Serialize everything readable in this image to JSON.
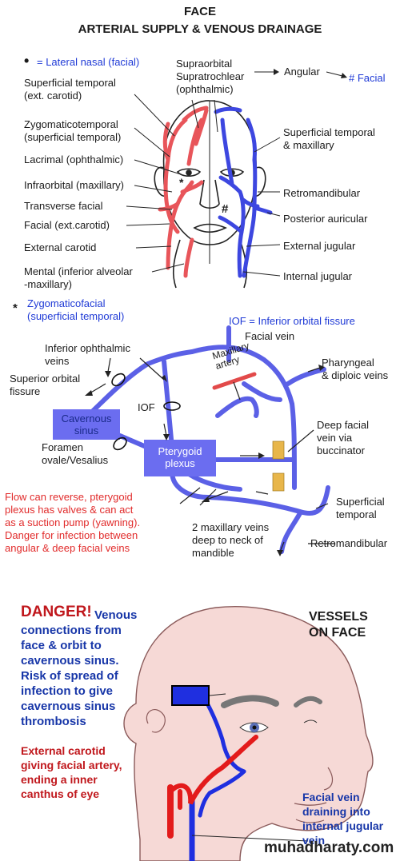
{
  "title": {
    "line1": "FACE",
    "line2": "ARTERIAL SUPPLY & VENOUS DRAINAGE"
  },
  "section1": {
    "bullet": "•",
    "lateral_nasal": "= Lateral nasal (facial)",
    "left_labels": [
      "Superficial temporal\n(ext. carotid)",
      "Zygomaticotemporal\n(superficial temporal)",
      "Lacrimal (ophthalmic)",
      "Infraorbital (maxillary)",
      "Transverse facial",
      "Facial (ext.carotid)",
      "External carotid",
      "Mental (inferior alveolar\n -maxillary)"
    ],
    "top_label": "Supraorbital\nSupratrochlear\n(ophthalmic)",
    "angular": "Angular",
    "facial_hash": "# Facial",
    "right_labels": [
      "Superficial temporal\n& maxillary",
      "Retromandibular",
      "Posterior auricular",
      "External jugular",
      "Internal jugular"
    ],
    "star_marker": "*",
    "hash_marker": "#",
    "zygomaticofacial": "Zygomaticofacial\n(superficial temporal)"
  },
  "section2": {
    "iof_note": "IOF = Inferior orbital fissure",
    "inferior_ophthalmic": "Inferior ophthalmic\nveins",
    "superior_orbital": "Superior orbital\nfissure",
    "cavernous": "Cavernous\nsinus",
    "foramen": "Foramen\novale/Vesalius",
    "iof": "IOF",
    "pterygoid": "Pterygoid\nplexus",
    "facial_vein": "Facial vein",
    "maxillary_artery": "Maxillary\nartery",
    "pharyngeal": "Pharyngeal\n& diploic veins",
    "deep_facial": "Deep facial\nvein via\nbuccinator",
    "superficial_temporal": "Superficial\ntemporal",
    "retromandibular": "Retromandibular",
    "maxillary_veins": "2 maxillary veins\ndeep to neck of\nmandible",
    "warning": "Flow can reverse, pterygoid\nplexus has valves & can act\nas a suction pump (yawning).\nDanger for infection between\nangular & deep facial veins"
  },
  "section3": {
    "danger": "DANGER!",
    "danger_text": "Venous\nconnections from\nface & orbit to\ncavernous sinus.\nRisk of spread of\ninfection to give\ncavernous sinus\nthrombosis",
    "vessels_title": "VESSELS\nON FACE",
    "external_carotid": "External carotid\ngiving facial artery,\nending a inner\ncanthus of eye",
    "facial_vein": "Facial vein\ndraining into\ninternal jugular\nvein"
  },
  "watermark": "muhadharaty.com",
  "colors": {
    "artery": "#e8555a",
    "vein": "#3d47e0",
    "box": "#6b6df0",
    "skin": "#f6d9d6"
  }
}
